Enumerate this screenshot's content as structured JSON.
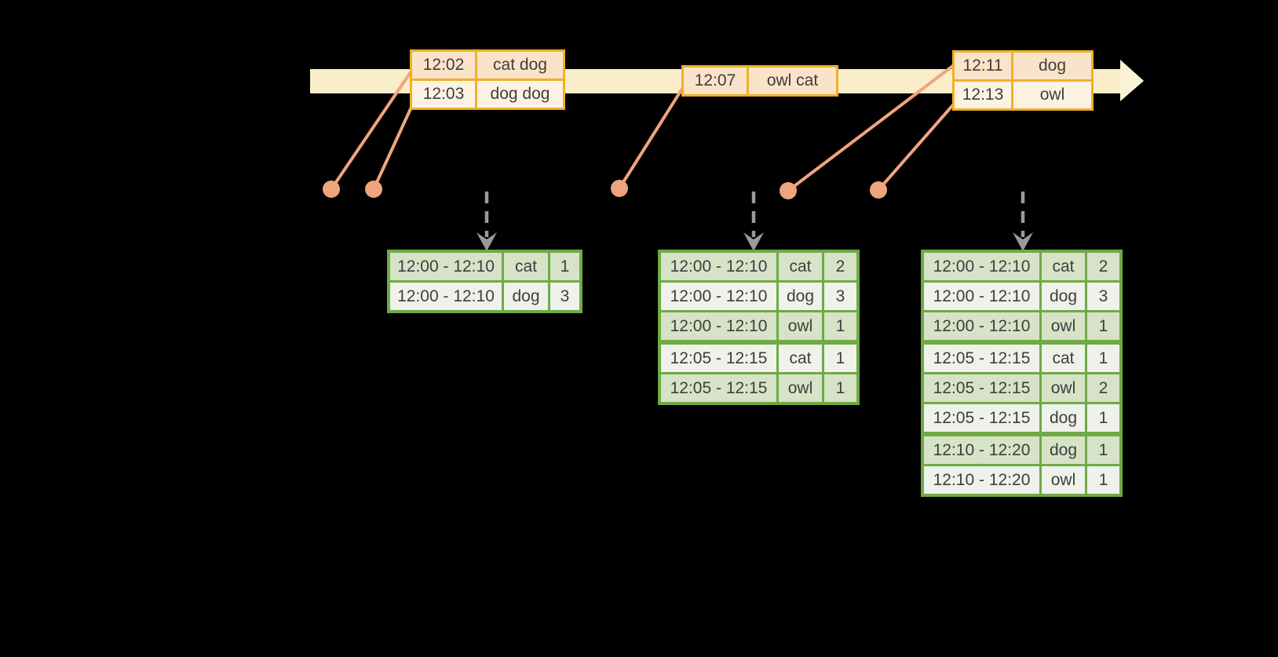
{
  "colors": {
    "background": "#000000",
    "timeline_fill": "#FAEECA",
    "timeline_arrowhead_fill": "#FBF2D6",
    "event_border": "#F0B028",
    "event_row_fill_a": "#FAE3C8",
    "event_row_fill_b": "#FDF3E3",
    "connector": "#F0A47E",
    "trigger_arrow": "#9A9A9A",
    "result_border": "#6FAA46",
    "result_row_fill_a": "#D6E3C7",
    "result_row_fill_b": "#EEF2EA",
    "text": "#3E3E3E"
  },
  "event_tables": [
    {
      "name": "events-12:02-12:03",
      "rows": [
        {
          "time": "12:02",
          "words": "cat dog"
        },
        {
          "time": "12:03",
          "words": "dog dog"
        }
      ]
    },
    {
      "name": "events-12:07",
      "rows": [
        {
          "time": "12:07",
          "words": "owl cat"
        }
      ]
    },
    {
      "name": "events-12:11-12:13",
      "rows": [
        {
          "time": "12:11",
          "words": "dog"
        },
        {
          "time": "12:13",
          "words": "owl"
        }
      ]
    }
  ],
  "result_tables": [
    {
      "name": "result-table-1",
      "rows": [
        {
          "window": "12:00 - 12:10",
          "word": "cat",
          "count": "1"
        },
        {
          "window": "12:00 - 12:10",
          "word": "dog",
          "count": "3"
        }
      ]
    },
    {
      "name": "result-table-2",
      "rows": [
        {
          "window": "12:00 - 12:10",
          "word": "cat",
          "count": "2"
        },
        {
          "window": "12:00 - 12:10",
          "word": "dog",
          "count": "3"
        },
        {
          "window": "12:00 - 12:10",
          "word": "owl",
          "count": "1"
        },
        {
          "window": "12:05 - 12:15",
          "word": "cat",
          "count": "1"
        },
        {
          "window": "12:05 - 12:15",
          "word": "owl",
          "count": "1"
        }
      ]
    },
    {
      "name": "result-table-3",
      "rows": [
        {
          "window": "12:00 - 12:10",
          "word": "cat",
          "count": "2"
        },
        {
          "window": "12:00 - 12:10",
          "word": "dog",
          "count": "3"
        },
        {
          "window": "12:00 - 12:10",
          "word": "owl",
          "count": "1"
        },
        {
          "window": "12:05 - 12:15",
          "word": "cat",
          "count": "1"
        },
        {
          "window": "12:05 - 12:15",
          "word": "owl",
          "count": "2"
        },
        {
          "window": "12:05 - 12:15",
          "word": "dog",
          "count": "1"
        },
        {
          "window": "12:10 - 12:20",
          "word": "dog",
          "count": "1"
        },
        {
          "window": "12:10 - 12:20",
          "word": "owl",
          "count": "1"
        }
      ]
    }
  ]
}
